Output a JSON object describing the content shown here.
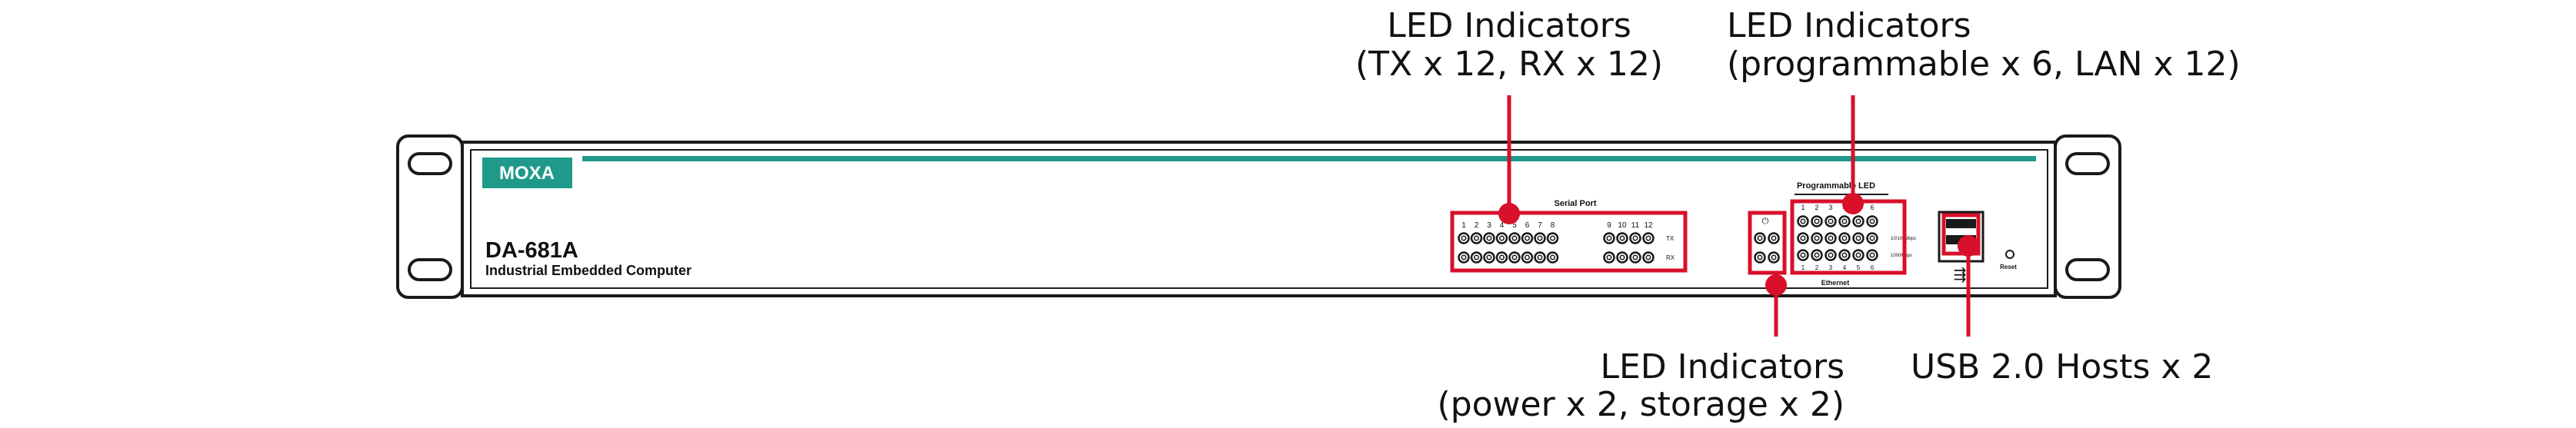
{
  "device": {
    "brand": "MOXA",
    "model": "DA-681A",
    "description": "Industrial Embedded Computer",
    "serial_port_label": "Serial Port",
    "programmable_led_label": "Programmable LED",
    "ethernet_label": "Ethernet",
    "reset_label": "Reset",
    "serial_numbers_left": [
      "1",
      "2",
      "3",
      "4",
      "5",
      "6",
      "7",
      "8"
    ],
    "serial_numbers_right": [
      "9",
      "10",
      "11",
      "12"
    ],
    "serial_row_labels": [
      "TX",
      "RX"
    ],
    "prog_numbers": [
      "1",
      "2",
      "3",
      "4",
      "5",
      "6"
    ],
    "eth_numbers": [
      "1",
      "2",
      "3",
      "4",
      "5",
      "6"
    ],
    "eth_row_labels": [
      "10/100Mbps",
      "1000Mbps"
    ]
  },
  "callouts": {
    "serial_leds": {
      "line1": "LED Indicators",
      "line2": "(TX x 12, RX x 12)"
    },
    "prog_leds": {
      "line1": "LED Indicators",
      "line2": "(programmable x 6, LAN x 12)"
    },
    "power_leds": {
      "line1": "LED Indicators",
      "line2": "(power x 2, storage x 2)"
    },
    "usb": {
      "line1": "USB 2.0 Hosts x 2"
    }
  },
  "colors": {
    "brand_teal": "#1f9a8a",
    "callout_red": "#d8102a",
    "outline": "#1a1a1a"
  }
}
